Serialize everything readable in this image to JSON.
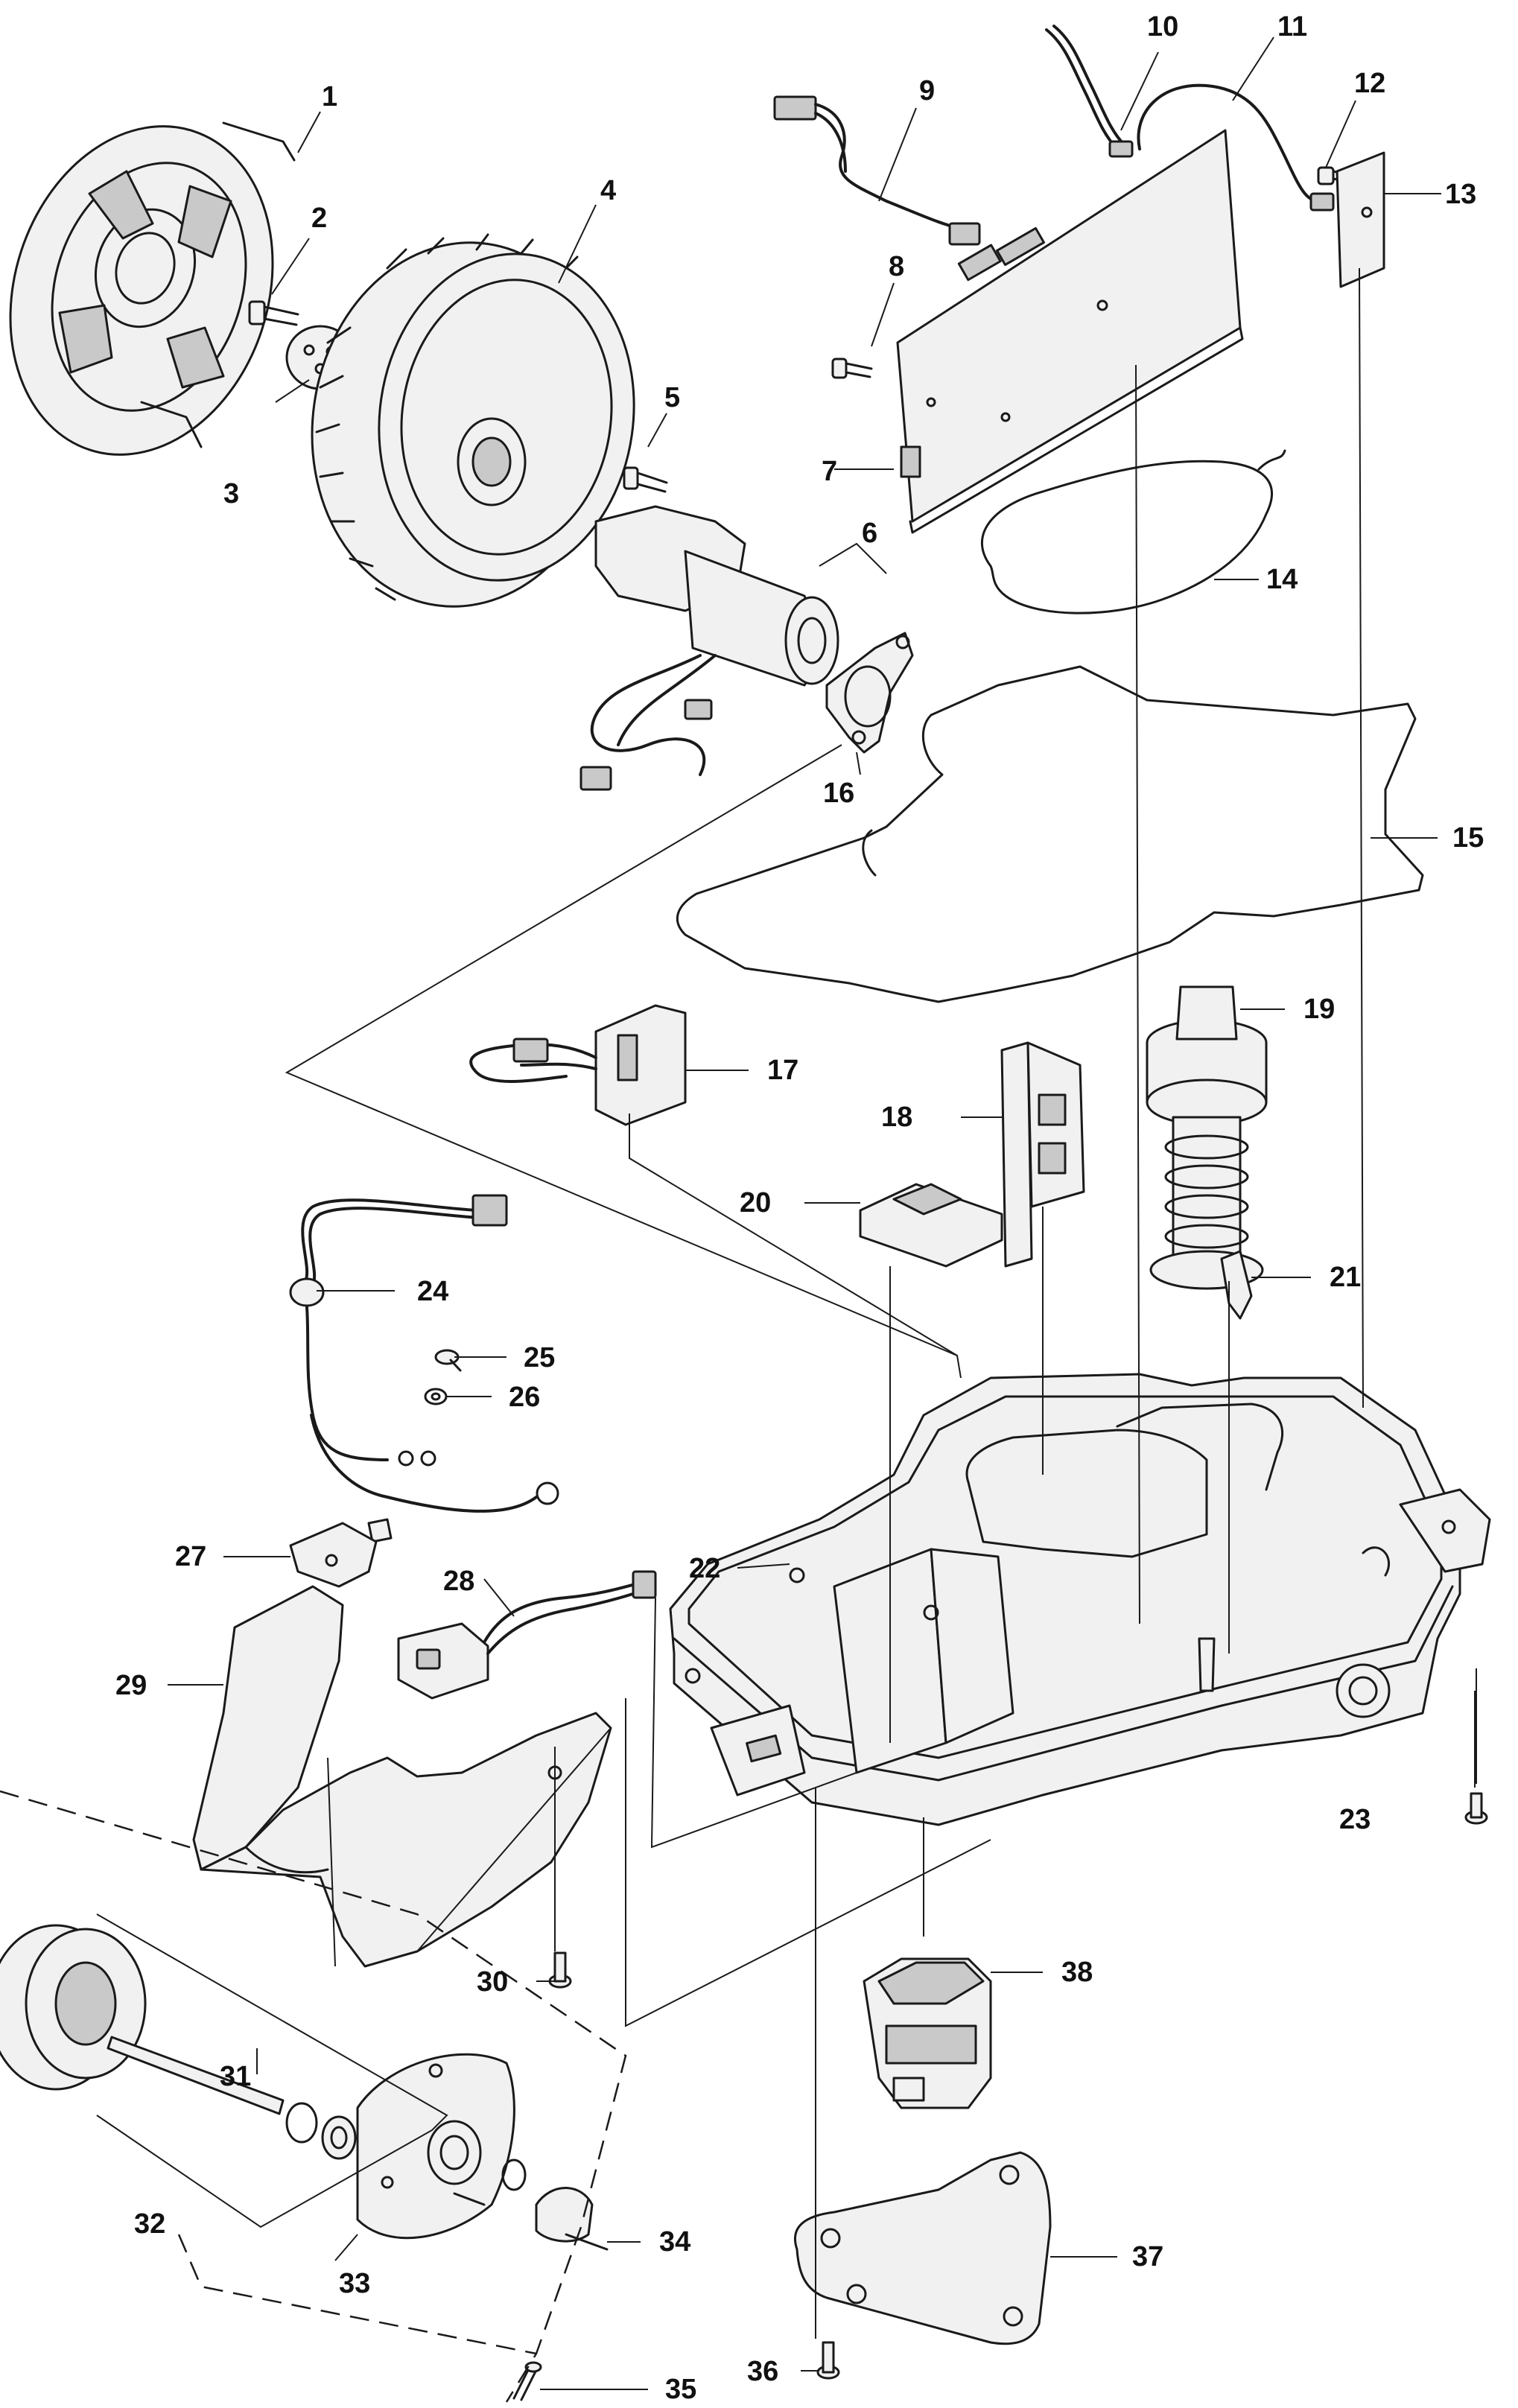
{
  "callouts": [
    {
      "id": "1",
      "text": "1"
    },
    {
      "id": "2",
      "text": "2"
    },
    {
      "id": "3",
      "text": "3"
    },
    {
      "id": "4",
      "text": "4"
    },
    {
      "id": "5",
      "text": "5"
    },
    {
      "id": "6",
      "text": "6"
    },
    {
      "id": "7",
      "text": "7"
    },
    {
      "id": "8",
      "text": "8"
    },
    {
      "id": "9",
      "text": "9"
    },
    {
      "id": "10",
      "text": "10"
    },
    {
      "id": "11",
      "text": "11"
    },
    {
      "id": "12",
      "text": "12"
    },
    {
      "id": "13",
      "text": "13"
    },
    {
      "id": "14",
      "text": "14"
    },
    {
      "id": "15",
      "text": "15"
    },
    {
      "id": "16",
      "text": "16"
    },
    {
      "id": "17",
      "text": "17"
    },
    {
      "id": "18",
      "text": "18"
    },
    {
      "id": "19",
      "text": "19"
    },
    {
      "id": "20",
      "text": "20"
    },
    {
      "id": "21",
      "text": "21"
    },
    {
      "id": "22",
      "text": "22"
    },
    {
      "id": "23",
      "text": "23"
    },
    {
      "id": "24",
      "text": "24"
    },
    {
      "id": "25",
      "text": "25"
    },
    {
      "id": "26",
      "text": "26"
    },
    {
      "id": "27",
      "text": "27"
    },
    {
      "id": "28",
      "text": "28"
    },
    {
      "id": "29",
      "text": "29"
    },
    {
      "id": "30",
      "text": "30"
    },
    {
      "id": "31",
      "text": "31"
    },
    {
      "id": "32",
      "text": "32"
    },
    {
      "id": "33",
      "text": "33"
    },
    {
      "id": "34",
      "text": "34"
    },
    {
      "id": "35",
      "text": "35"
    },
    {
      "id": "36",
      "text": "36"
    },
    {
      "id": "37",
      "text": "37"
    },
    {
      "id": "38",
      "text": "38"
    }
  ]
}
